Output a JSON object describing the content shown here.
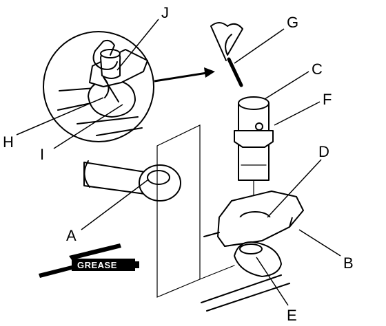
{
  "labels": {
    "A": "A",
    "B": "B",
    "C": "C",
    "D": "D",
    "E": "E",
    "F": "F",
    "G": "G",
    "H": "H",
    "I": "I",
    "J": "J"
  },
  "grease_label": "GREASE"
}
